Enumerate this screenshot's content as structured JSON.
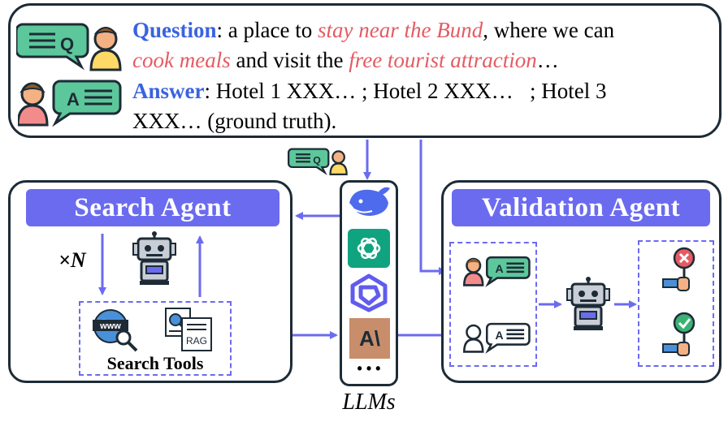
{
  "question": {
    "label": "Question",
    "line1_a": ": a place to ",
    "line1_hl": "stay near the Bund",
    "line1_b": ", where we can",
    "line2_hl1": "cook meals",
    "line2_a": " and visit the ",
    "line2_hl2": "free tourist attraction",
    "line2_b": "…"
  },
  "answer": {
    "label": "Answer",
    "line1": ": Hotel 1 XXX… ; Hotel 2 XXX…   ; Hotel 3",
    "line2": "XXX… (ground truth)."
  },
  "search_agent": {
    "title": "Search Agent",
    "repeat": "×N",
    "tools_label": "Search Tools",
    "www_label": "www",
    "rag_label": "RAG"
  },
  "validation_agent": {
    "title": "Validation Agent"
  },
  "llms": {
    "label": "LLMs",
    "more": "• • •",
    "anthropic_mark": "A\\"
  },
  "icons": {
    "q_letter": "Q",
    "a_letter": "A"
  },
  "colors": {
    "accent": "#6b6bf0",
    "keyword": "#3a63e0",
    "highlight": "#e45b63",
    "border": "#1d2b36"
  }
}
